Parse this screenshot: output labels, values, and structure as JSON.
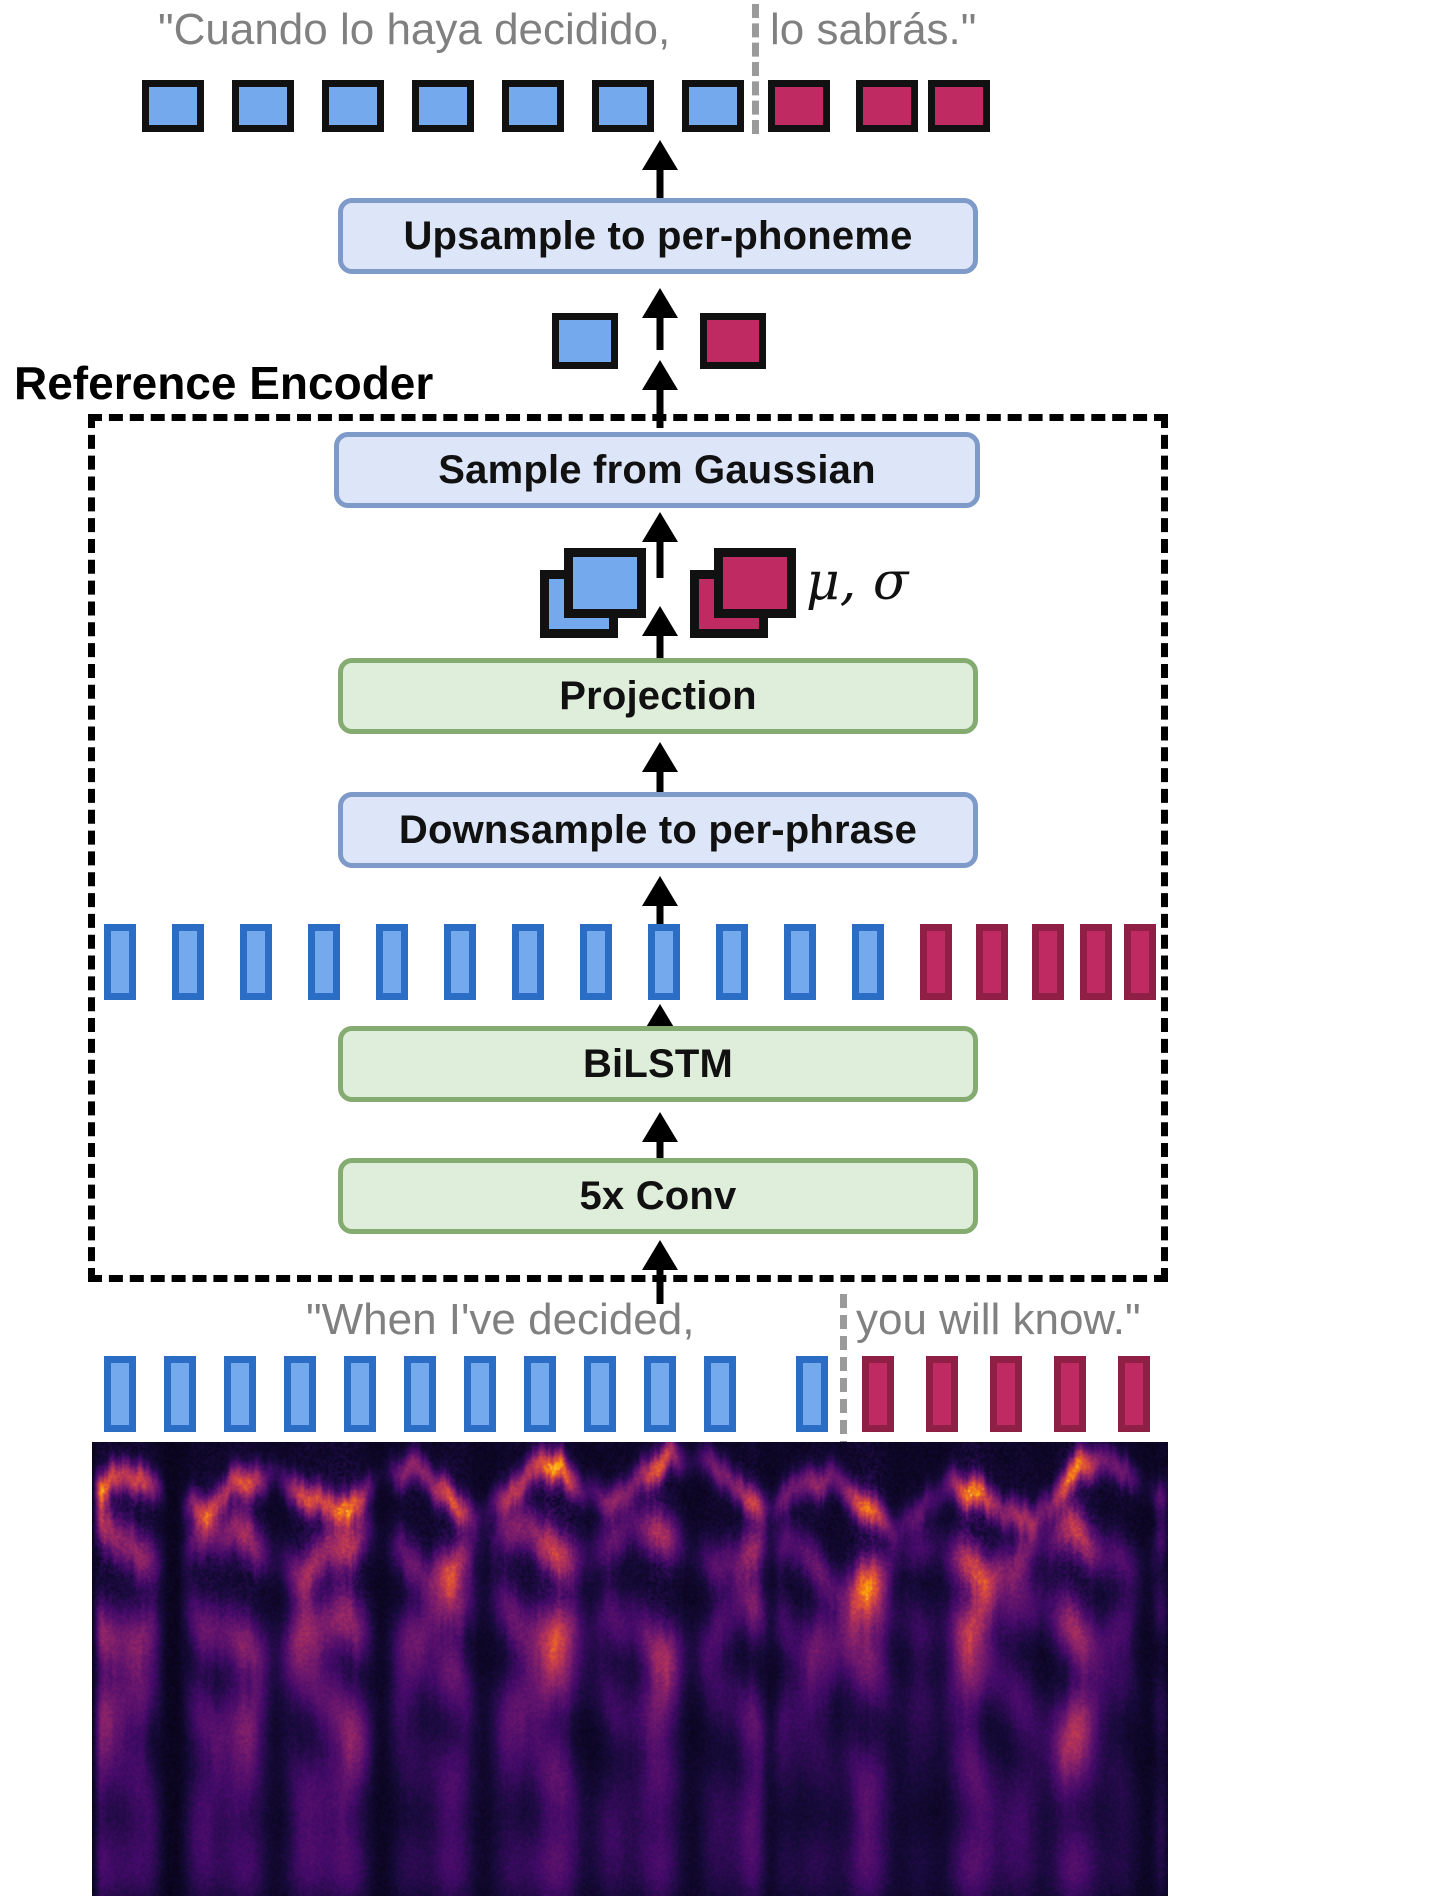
{
  "diagram": {
    "title": "Reference Encoder",
    "region_label": "Reference Encoder",
    "top_caption_left": "\"Cuando lo haya decidido,",
    "top_caption_right": "lo sabrás.\"",
    "bottom_caption_left": "\"When I've decided,",
    "bottom_caption_right": "you will know.\"",
    "greek_label": "μ, σ",
    "boxes": {
      "upsample": "Upsample to per-phoneme",
      "sample_gaussian": "Sample from Gaussian",
      "projection": "Projection",
      "downsample": "Downsample to per-phrase",
      "bilstm": "BiLSTM",
      "conv": "5x Conv"
    },
    "colors": {
      "blue_fill": "#74a9ee",
      "red_fill": "#bf2a63",
      "blue_stroke": "#2b6cc4",
      "red_stroke": "#8f1f44",
      "box_blue_fill": "#dde6f8",
      "box_blue_stroke": "#7e9ac8",
      "box_green_fill": "#dfeeda",
      "box_green_stroke": "#84ab70",
      "caption_grey": "#808080",
      "outline_black": "#111111"
    },
    "counts": {
      "top_phoneme_blue": 7,
      "top_phoneme_red": 3,
      "latent_blue": 1,
      "latent_red": 1,
      "frame_blue": 12,
      "frame_red": 5,
      "input_frame_blue": 12,
      "input_frame_red": 5
    },
    "icons": {
      "arrow_up": "arrow-up-icon",
      "divider": "phrase-divider-icon",
      "spectrogram": "spectrogram-icon"
    }
  }
}
